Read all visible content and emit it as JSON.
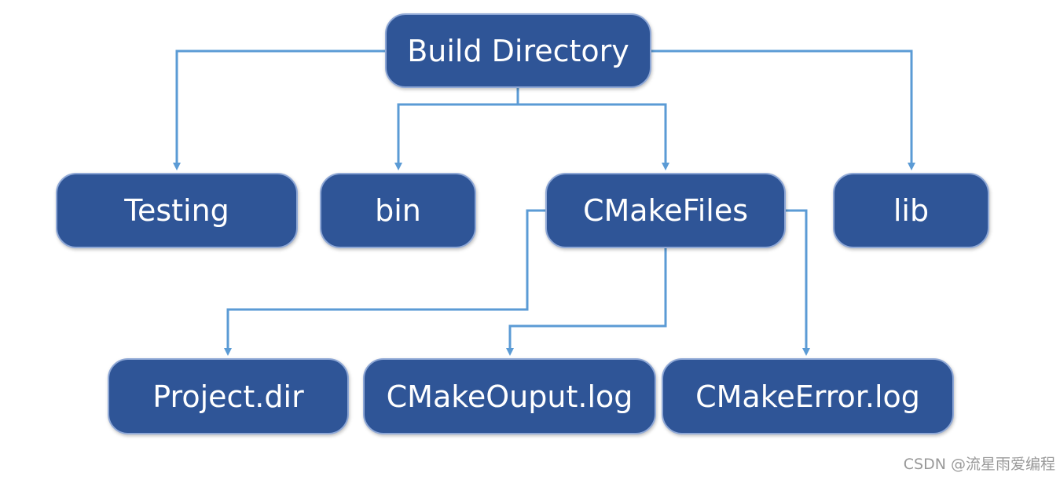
{
  "colors": {
    "node_fill": "#2f5597",
    "connector": "#5b9bd5"
  },
  "nodes": {
    "build_directory": "Build Directory",
    "testing": "Testing",
    "bin": "bin",
    "cmakefiles": "CMakeFiles",
    "lib": "lib",
    "project_dir": "Project.dir",
    "cmakeouput_log": "CMakeOuput.log",
    "cmakeerror_log": "CMakeError.log"
  },
  "watermark": "CSDN @流星雨爱编程"
}
